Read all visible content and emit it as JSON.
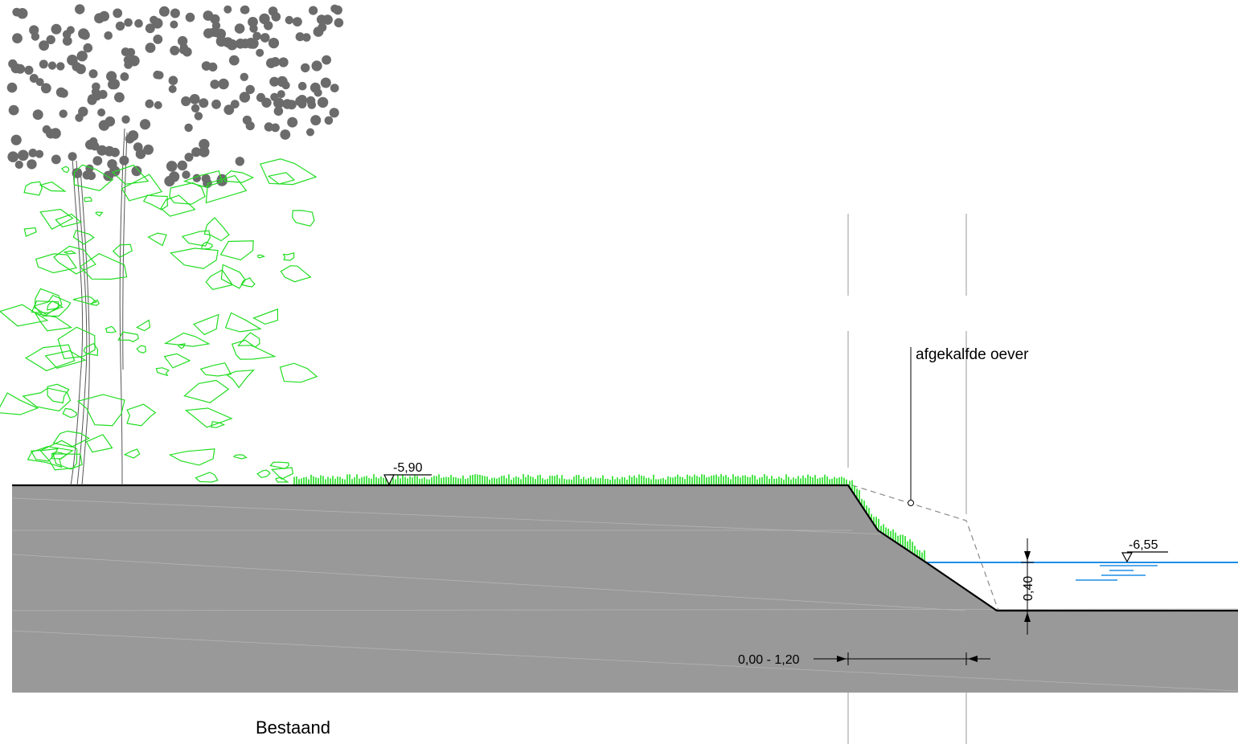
{
  "drawing": {
    "title": "Bestaand",
    "annotation": "afgekalfde oever",
    "level_bank": "-5,90",
    "level_water": "-6,55",
    "depth_dim": "0,40",
    "width_dim": "0,00 - 1,20"
  },
  "colors": {
    "ground": "#999999",
    "grass": "#22dd22",
    "water": "#1e8ee6",
    "tree_crown": "#6b6b6b",
    "line": "#000000",
    "guide": "#9a9a9a"
  },
  "icons": [
    "level-marker-icon",
    "water-waves-icon",
    "tree-icon",
    "shrub-icon",
    "arrow-icon"
  ]
}
